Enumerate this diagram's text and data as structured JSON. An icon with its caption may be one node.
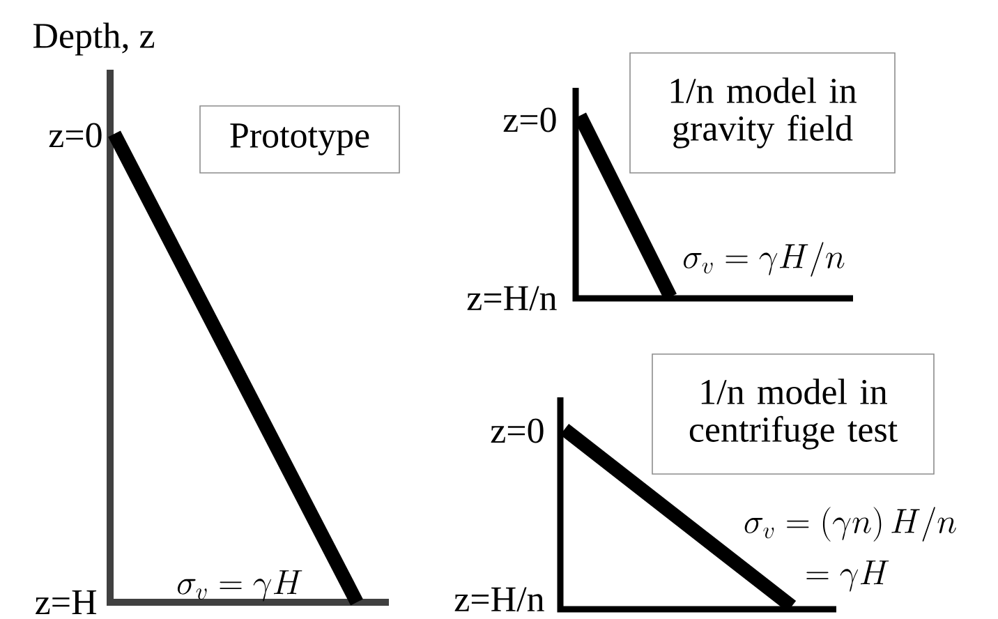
{
  "diagram": {
    "nodes": [
      {
        "text": [
          "Prototype"
        ]
      },
      {
        "text": [
          "1/n model in gravity field"
        ]
      },
      {
        "text": [
          "1/n model in centrifuge test"
        ]
      }
    ],
    "labels": [
      "Depth, z",
      "z=0",
      "z=H",
      "\\sigma_{v} = \\gamma H",
      "z=0",
      "z=H/n",
      "\\sigma_{v} = \\gamma H / n",
      "z=0",
      "z=H/n",
      "\\sigma_{v} = \\left(\\gamma n\\right) H / n",
      "= \\gamma H"
    ]
  }
}
